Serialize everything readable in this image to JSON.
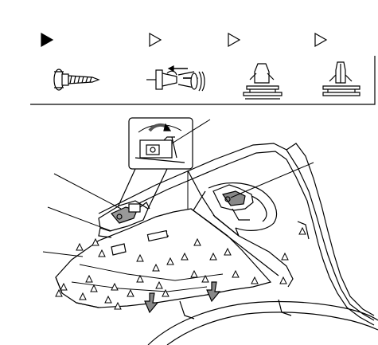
{
  "figure": {
    "legend": {
      "items": [
        {
          "id": "bolt-screw",
          "marker": "filled-triangle",
          "depicts": "screw-bolt"
        },
        {
          "id": "clip-a",
          "marker": "outline-triangle",
          "depicts": "push-clip-removal"
        },
        {
          "id": "clip-b",
          "marker": "outline-triangle",
          "depicts": "trim-clip"
        },
        {
          "id": "clip-c",
          "marker": "outline-triangle",
          "depicts": "trim-clip-side-view"
        }
      ]
    },
    "callouts": [
      {
        "id": "callout-detail-inset"
      },
      {
        "id": "callout-left-upper"
      },
      {
        "id": "callout-left-middle"
      },
      {
        "id": "callout-left-lower"
      },
      {
        "id": "callout-right-upper"
      }
    ],
    "colors": {
      "line": "#000000",
      "background": "#ffffff",
      "shade": "#777777"
    }
  }
}
